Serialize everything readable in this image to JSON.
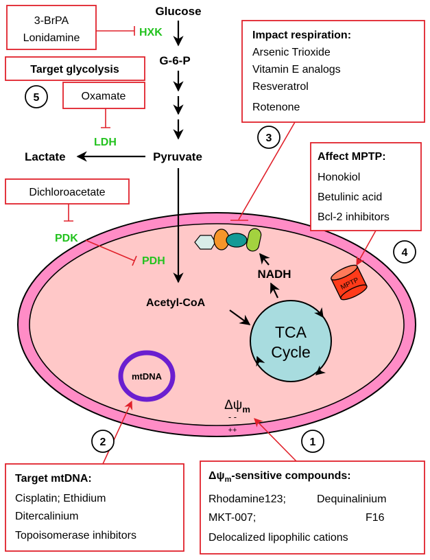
{
  "pathway": {
    "glucose": "Glucose",
    "g6p": "G-6-P",
    "pyruvate": "Pyruvate",
    "lactate": "Lactate",
    "acetyl_coa": "Acetyl-CoA",
    "nadh": "NADH"
  },
  "enzymes": {
    "hxk": "HXK",
    "ldh": "LDH",
    "pdk": "PDK",
    "pdh": "PDH"
  },
  "boxes": {
    "hxk_inhibitors": [
      "3-BrPA",
      "Lonidamine"
    ],
    "target_glycolysis": "Target glycolysis",
    "oxamate": "Oxamate",
    "dichloroacetate": "Dichloroacetate",
    "respiration": {
      "title": "Impact respiration:",
      "items": [
        "Arsenic Trioxide",
        "Vitamin E analogs",
        "Resveratrol",
        "Rotenone"
      ]
    },
    "mptp": {
      "title": "Affect MPTP:",
      "items": [
        "Honokiol",
        "Betulinic acid",
        "Bcl-2 inhibitors"
      ]
    },
    "mtdna": {
      "title": "Target mtDNA:",
      "items": [
        "Cisplatin;  Ethidium",
        "Ditercalinium",
        "Topoisomerase inhibitors"
      ]
    },
    "dpsi": {
      "title_prefix": "Δψ",
      "title_sub": "m",
      "title_suffix": "-sensitive compounds:",
      "rows": [
        [
          "Rhodamine123;",
          "Dequinalinium"
        ],
        [
          "MKT-007;",
          "F16"
        ],
        [
          "Delocalized lipophilic cations",
          ""
        ]
      ]
    }
  },
  "mito": {
    "tca": [
      "TCA",
      "Cycle"
    ],
    "mtdna": "mtDNA",
    "mptp": "MPTP",
    "psi": "Δψ",
    "psi_sub": "m",
    "minus": "- -",
    "plus": "++"
  },
  "numbers": [
    "1",
    "2",
    "3",
    "4",
    "5"
  ],
  "colors": {
    "red": "#e0202a",
    "green": "#22c21e",
    "membrane_outer": "#ff8cc6",
    "matrix": "#ffc8c8",
    "tca": "#a8dcdf",
    "mtdna_ring": "#6a1fd0",
    "mptp": "#ff3b1a"
  }
}
